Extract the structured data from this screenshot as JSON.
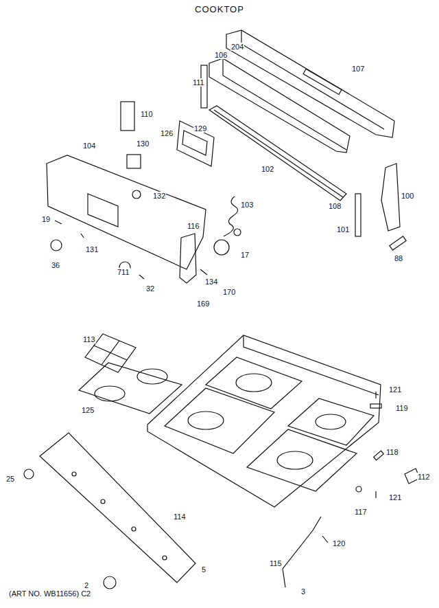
{
  "diagram": {
    "title": "COOKTOP",
    "caption": "(ART NO. WB11656) C2",
    "labels": [
      "204",
      "106",
      "107",
      "111",
      "110",
      "126",
      "129",
      "104",
      "130",
      "132",
      "102",
      "103",
      "108",
      "100",
      "101",
      "19",
      "131",
      "116",
      "17",
      "36",
      "711",
      "32",
      "134",
      "169",
      "170",
      "88",
      "113",
      "125",
      "114",
      "121",
      "119",
      "118",
      "112",
      "117",
      "121",
      "120",
      "115",
      "3",
      "25",
      "2",
      "5"
    ]
  }
}
